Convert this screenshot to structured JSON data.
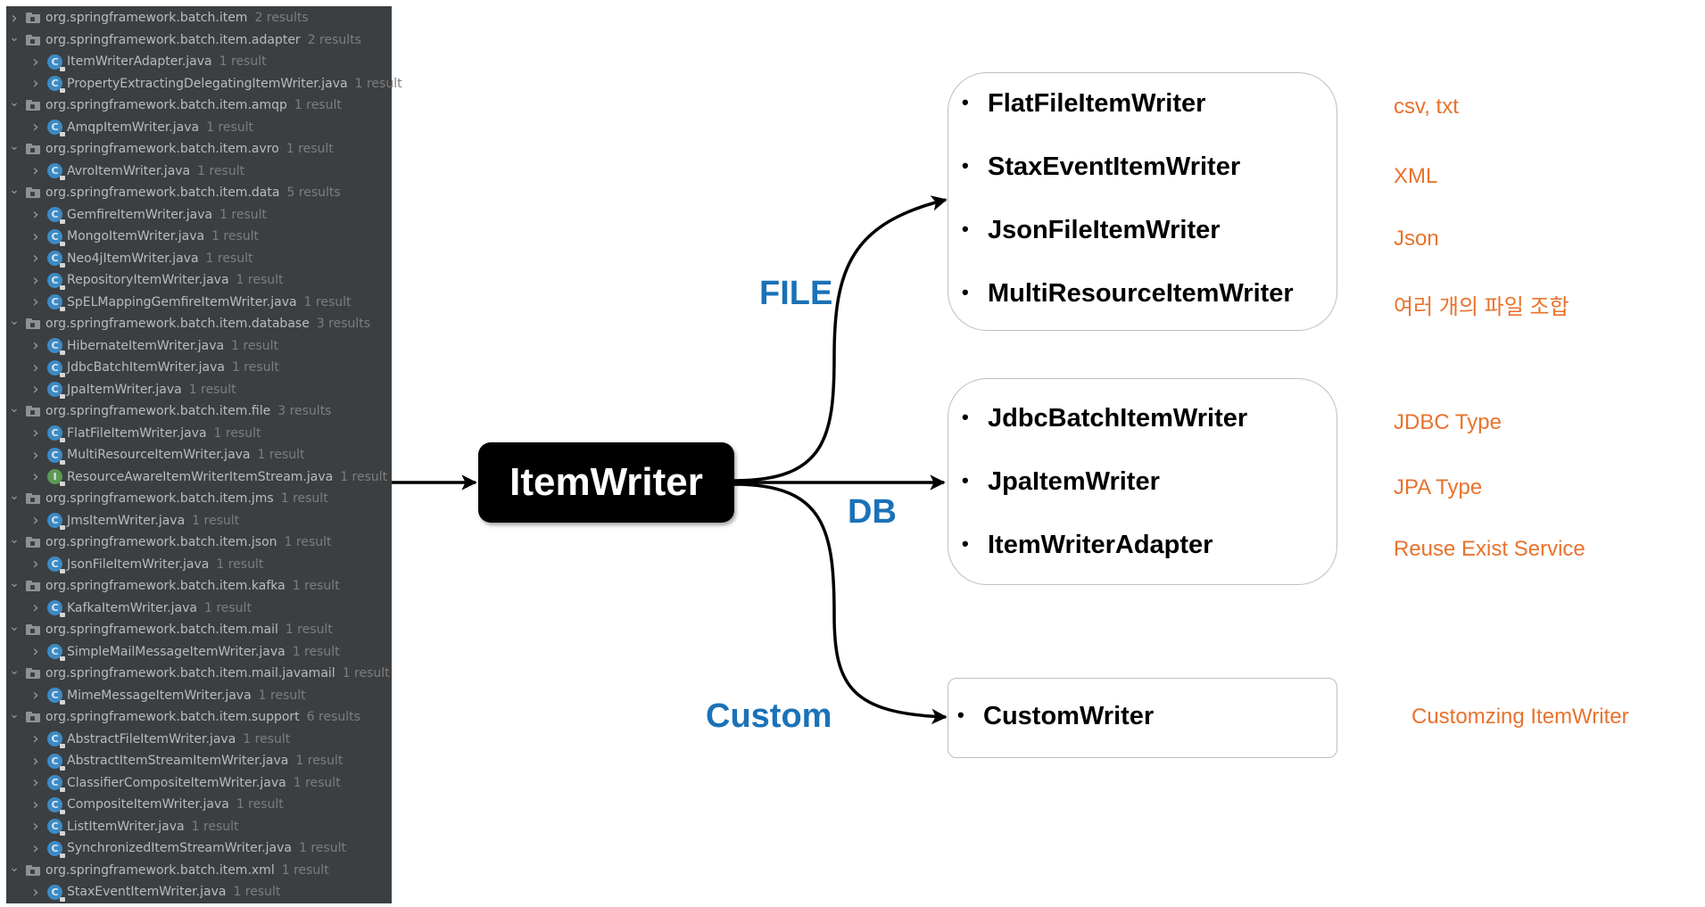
{
  "tree": [
    {
      "kind": "pkg",
      "expanded": false,
      "name": "org.springframework.batch.item",
      "count": "2 results"
    },
    {
      "kind": "pkg",
      "expanded": true,
      "name": "org.springframework.batch.item.adapter",
      "count": "2 results"
    },
    {
      "kind": "file",
      "name": "ItemWriterAdapter.java",
      "count": "1 result"
    },
    {
      "kind": "file",
      "name": "PropertyExtractingDelegatingItemWriter.java",
      "count": "1 result"
    },
    {
      "kind": "pkg",
      "expanded": true,
      "name": "org.springframework.batch.item.amqp",
      "count": "1 result"
    },
    {
      "kind": "file",
      "name": "AmqpItemWriter.java",
      "count": "1 result"
    },
    {
      "kind": "pkg",
      "expanded": true,
      "name": "org.springframework.batch.item.avro",
      "count": "1 result"
    },
    {
      "kind": "file",
      "name": "AvroItemWriter.java",
      "count": "1 result"
    },
    {
      "kind": "pkg",
      "expanded": true,
      "name": "org.springframework.batch.item.data",
      "count": "5 results"
    },
    {
      "kind": "file",
      "name": "GemfireItemWriter.java",
      "count": "1 result"
    },
    {
      "kind": "file",
      "name": "MongoItemWriter.java",
      "count": "1 result"
    },
    {
      "kind": "file",
      "name": "Neo4jItemWriter.java",
      "count": "1 result"
    },
    {
      "kind": "file",
      "name": "RepositoryItemWriter.java",
      "count": "1 result"
    },
    {
      "kind": "file",
      "name": "SpELMappingGemfireItemWriter.java",
      "count": "1 result"
    },
    {
      "kind": "pkg",
      "expanded": true,
      "name": "org.springframework.batch.item.database",
      "count": "3 results"
    },
    {
      "kind": "file",
      "name": "HibernateItemWriter.java",
      "count": "1 result"
    },
    {
      "kind": "file",
      "name": "JdbcBatchItemWriter.java",
      "count": "1 result"
    },
    {
      "kind": "file",
      "name": "JpaItemWriter.java",
      "count": "1 result"
    },
    {
      "kind": "pkg",
      "expanded": true,
      "name": "org.springframework.batch.item.file",
      "count": "3 results"
    },
    {
      "kind": "file",
      "name": "FlatFileItemWriter.java",
      "count": "1 result"
    },
    {
      "kind": "file",
      "name": "MultiResourceItemWriter.java",
      "count": "1 result"
    },
    {
      "kind": "file",
      "icon": "interface",
      "name": "ResourceAwareItemWriterItemStream.java",
      "count": "1 result"
    },
    {
      "kind": "pkg",
      "expanded": true,
      "name": "org.springframework.batch.item.jms",
      "count": "1 result"
    },
    {
      "kind": "file",
      "name": "JmsItemWriter.java",
      "count": "1 result"
    },
    {
      "kind": "pkg",
      "expanded": true,
      "name": "org.springframework.batch.item.json",
      "count": "1 result"
    },
    {
      "kind": "file",
      "name": "JsonFileItemWriter.java",
      "count": "1 result"
    },
    {
      "kind": "pkg",
      "expanded": true,
      "name": "org.springframework.batch.item.kafka",
      "count": "1 result"
    },
    {
      "kind": "file",
      "name": "KafkaItemWriter.java",
      "count": "1 result"
    },
    {
      "kind": "pkg",
      "expanded": true,
      "name": "org.springframework.batch.item.mail",
      "count": "1 result"
    },
    {
      "kind": "file",
      "name": "SimpleMailMessageItemWriter.java",
      "count": "1 result"
    },
    {
      "kind": "pkg",
      "expanded": true,
      "name": "org.springframework.batch.item.mail.javamail",
      "count": "1 result"
    },
    {
      "kind": "file",
      "name": "MimeMessageItemWriter.java",
      "count": "1 result"
    },
    {
      "kind": "pkg",
      "expanded": true,
      "name": "org.springframework.batch.item.support",
      "count": "6 results"
    },
    {
      "kind": "file",
      "icon": "abstract",
      "name": "AbstractFileItemWriter.java",
      "count": "1 result"
    },
    {
      "kind": "file",
      "icon": "abstract",
      "name": "AbstractItemStreamItemWriter.java",
      "count": "1 result"
    },
    {
      "kind": "file",
      "name": "ClassifierCompositeItemWriter.java",
      "count": "1 result"
    },
    {
      "kind": "file",
      "name": "CompositeItemWriter.java",
      "count": "1 result"
    },
    {
      "kind": "file",
      "name": "ListItemWriter.java",
      "count": "1 result"
    },
    {
      "kind": "file",
      "name": "SynchronizedItemStreamWriter.java",
      "count": "1 result"
    },
    {
      "kind": "pkg",
      "expanded": true,
      "name": "org.springframework.batch.item.xml",
      "count": "1 result"
    },
    {
      "kind": "file",
      "name": "StaxEventItemWriter.java",
      "count": "1 result"
    }
  ],
  "diagram": {
    "center": "ItemWriter",
    "categories": {
      "file": "FILE",
      "db": "DB",
      "custom": "Custom"
    },
    "file_items": [
      "FlatFileItemWriter",
      "StaxEventItemWriter",
      "JsonFileItemWriter",
      "MultiResourceItemWriter"
    ],
    "db_items": [
      "JdbcBatchItemWriter",
      "JpaItemWriter",
      "ItemWriterAdapter"
    ],
    "custom_items": [
      "CustomWriter"
    ],
    "file_notes": [
      "csv, txt",
      "XML",
      "Json",
      "여러 개의 파일 조합"
    ],
    "db_notes": [
      "JDBC Type",
      "JPA Type",
      "Reuse Exist Service"
    ],
    "custom_notes": [
      "Customzing ItemWriter"
    ],
    "bullet": "•"
  },
  "colors": {
    "category": "#1a72b8",
    "note": "#e8722c",
    "tree_bg": "#3c3f41",
    "pill": "#000000"
  }
}
